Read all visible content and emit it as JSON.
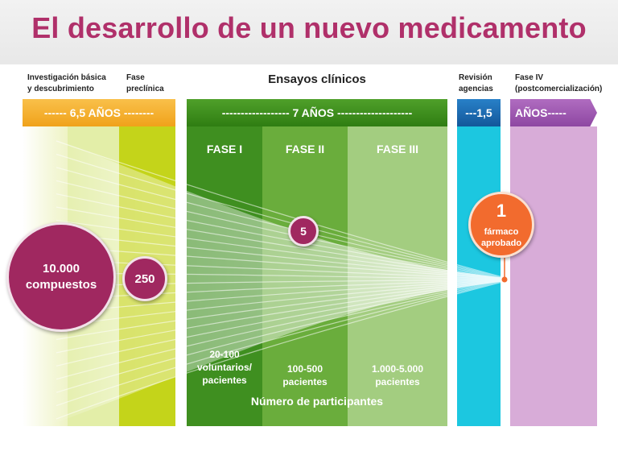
{
  "title": "El desarrollo de un nuevo medicamento",
  "headers": {
    "investigacion": [
      "Investigación básica",
      "y descubrimiento"
    ],
    "preclinica": [
      "Fase",
      "preclínica"
    ],
    "ensayos": "Ensayos clínicos",
    "revision": [
      "Revisión",
      "agencias"
    ],
    "fase4": [
      "Fase IV",
      "(postcomercialización)"
    ]
  },
  "timeline": {
    "seg1": "------ 6,5 AÑOS --------",
    "seg2": "------------------ 7 AÑOS --------------------",
    "seg3": "---1,5",
    "seg4": "AÑOS-----"
  },
  "phases": {
    "fase1": {
      "title": "FASE I",
      "participants": [
        "20-100",
        "voluntarios/",
        "pacientes"
      ]
    },
    "fase2": {
      "title": "FASE II",
      "participants": [
        "100-500",
        "pacientes"
      ]
    },
    "fase3": {
      "title": "FASE III",
      "participants": [
        "1.000-5.000",
        "pacientes"
      ]
    }
  },
  "participants_label": "Número de participantes",
  "funnel": {
    "compuestos": {
      "value": "10.000",
      "label": "compuestos"
    },
    "preclinica_count": "250",
    "ensayos_count": "5",
    "aprobado": {
      "value": "1",
      "label": [
        "fármaco",
        "aprobado"
      ]
    }
  },
  "colors": {
    "title": "#b0306a",
    "orange_bar": "#f5a623",
    "green_bar": "#3d8c1e",
    "blue_bar": "#1a6ab0",
    "purple_bar": "#a25cb4",
    "circle": "#a02860",
    "approved": "#f26b2e"
  }
}
